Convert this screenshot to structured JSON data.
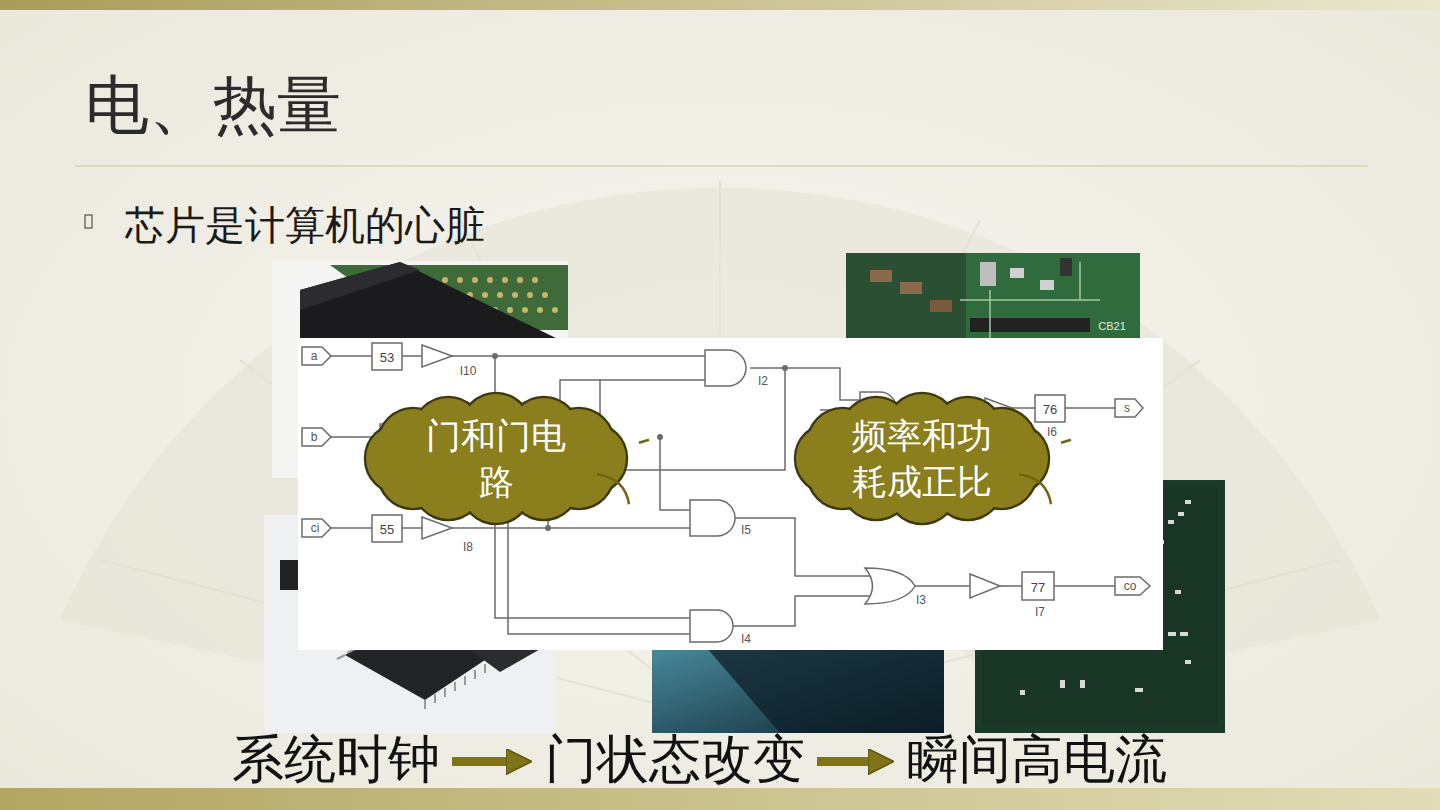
{
  "diagram": {
    "title": "电、热量",
    "nodes": [
      {
        "text": [
          "门和门电路"
        ]
      },
      {
        "text": [
          "频率和功耗成正比"
        ]
      },
      {
        "text": [
          "系统时钟"
        ]
      },
      {
        "text": [
          "门状态改变"
        ]
      },
      {
        "text": [
          "瞬间高电流"
        ]
      }
    ],
    "edges": [
      {
        "from": 2,
        "to": 3,
        "arrow": "to"
      },
      {
        "from": 3,
        "to": 4,
        "arrow": "to"
      }
    ],
    "labels": [
      "芯片是计算机的心脏",
      "CB21",
      "a",
      "53",
      "I10",
      "b",
      "I2",
      "76",
      "I6",
      "s",
      "ci",
      "55",
      "I8",
      "I5",
      "I3",
      "77",
      "I7",
      "co",
      "I4"
    ]
  }
}
